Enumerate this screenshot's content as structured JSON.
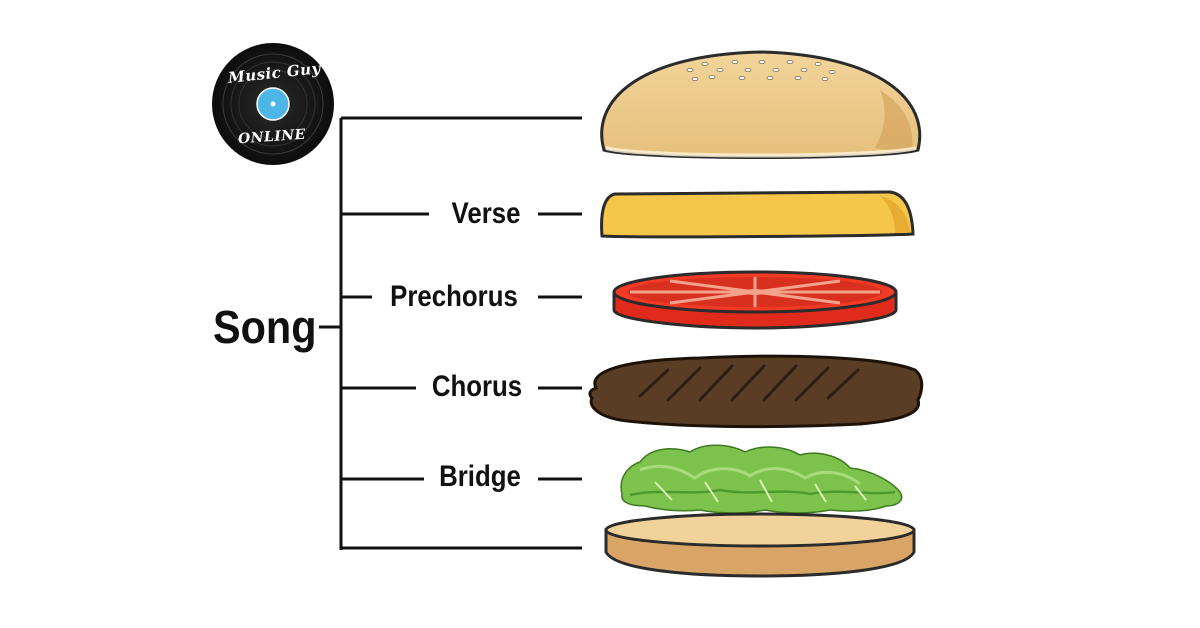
{
  "logo": {
    "top_text": "Music Guy",
    "bottom_text": "Online"
  },
  "root": {
    "label": "Song"
  },
  "branches": [
    {
      "label": ""
    },
    {
      "label": "Verse"
    },
    {
      "label": "Prechorus"
    },
    {
      "label": "Chorus"
    },
    {
      "label": "Bridge"
    },
    {
      "label": ""
    }
  ],
  "colors": {
    "line": "#111111",
    "bun": "#ecc98a",
    "cheese": "#f6c64a",
    "tomato": "#e02b1c",
    "patty": "#5a3d25",
    "lettuce": "#7cc24c",
    "logo_disc": "#151515",
    "logo_label": "#4cb6e6"
  },
  "icons": [
    "vinyl-record-logo",
    "top-bun",
    "cheese-slice",
    "tomato-slice",
    "burger-patty",
    "lettuce",
    "bottom-bun"
  ]
}
